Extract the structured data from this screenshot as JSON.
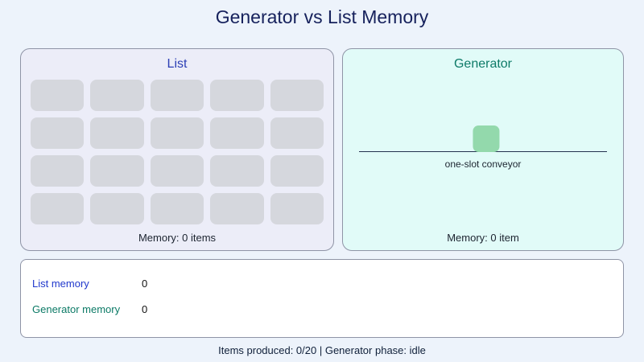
{
  "title": "Generator vs List Memory",
  "list_panel": {
    "title": "List",
    "cell_count": 20,
    "memory_label": "Memory: 0 items"
  },
  "generator_panel": {
    "title": "Generator",
    "conveyor_label": "one-slot conveyor",
    "memory_label": "Memory: 0 item"
  },
  "memory_chart": {
    "rows": [
      {
        "label": "List memory",
        "value": "0"
      },
      {
        "label": "Generator memory",
        "value": "0"
      }
    ]
  },
  "status": {
    "text": "Items produced: 0/20 | Generator phase: idle"
  },
  "colors": {
    "page_bg": "#edf3fb",
    "list_panel_bg": "#ecedf8",
    "generator_panel_bg": "#e1fbf8",
    "list_accent": "#2c3fb5",
    "generator_accent": "#0d7a68",
    "empty_slot_fill": "#d5d7dd",
    "item_fill": "#93d9ac",
    "title_color": "#16215c"
  },
  "chart_data": {
    "type": "bar",
    "orientation": "horizontal",
    "categories": [
      "List memory",
      "Generator memory"
    ],
    "values": [
      0,
      0
    ],
    "title": "",
    "xlabel": "",
    "ylabel": "",
    "legend": false
  }
}
